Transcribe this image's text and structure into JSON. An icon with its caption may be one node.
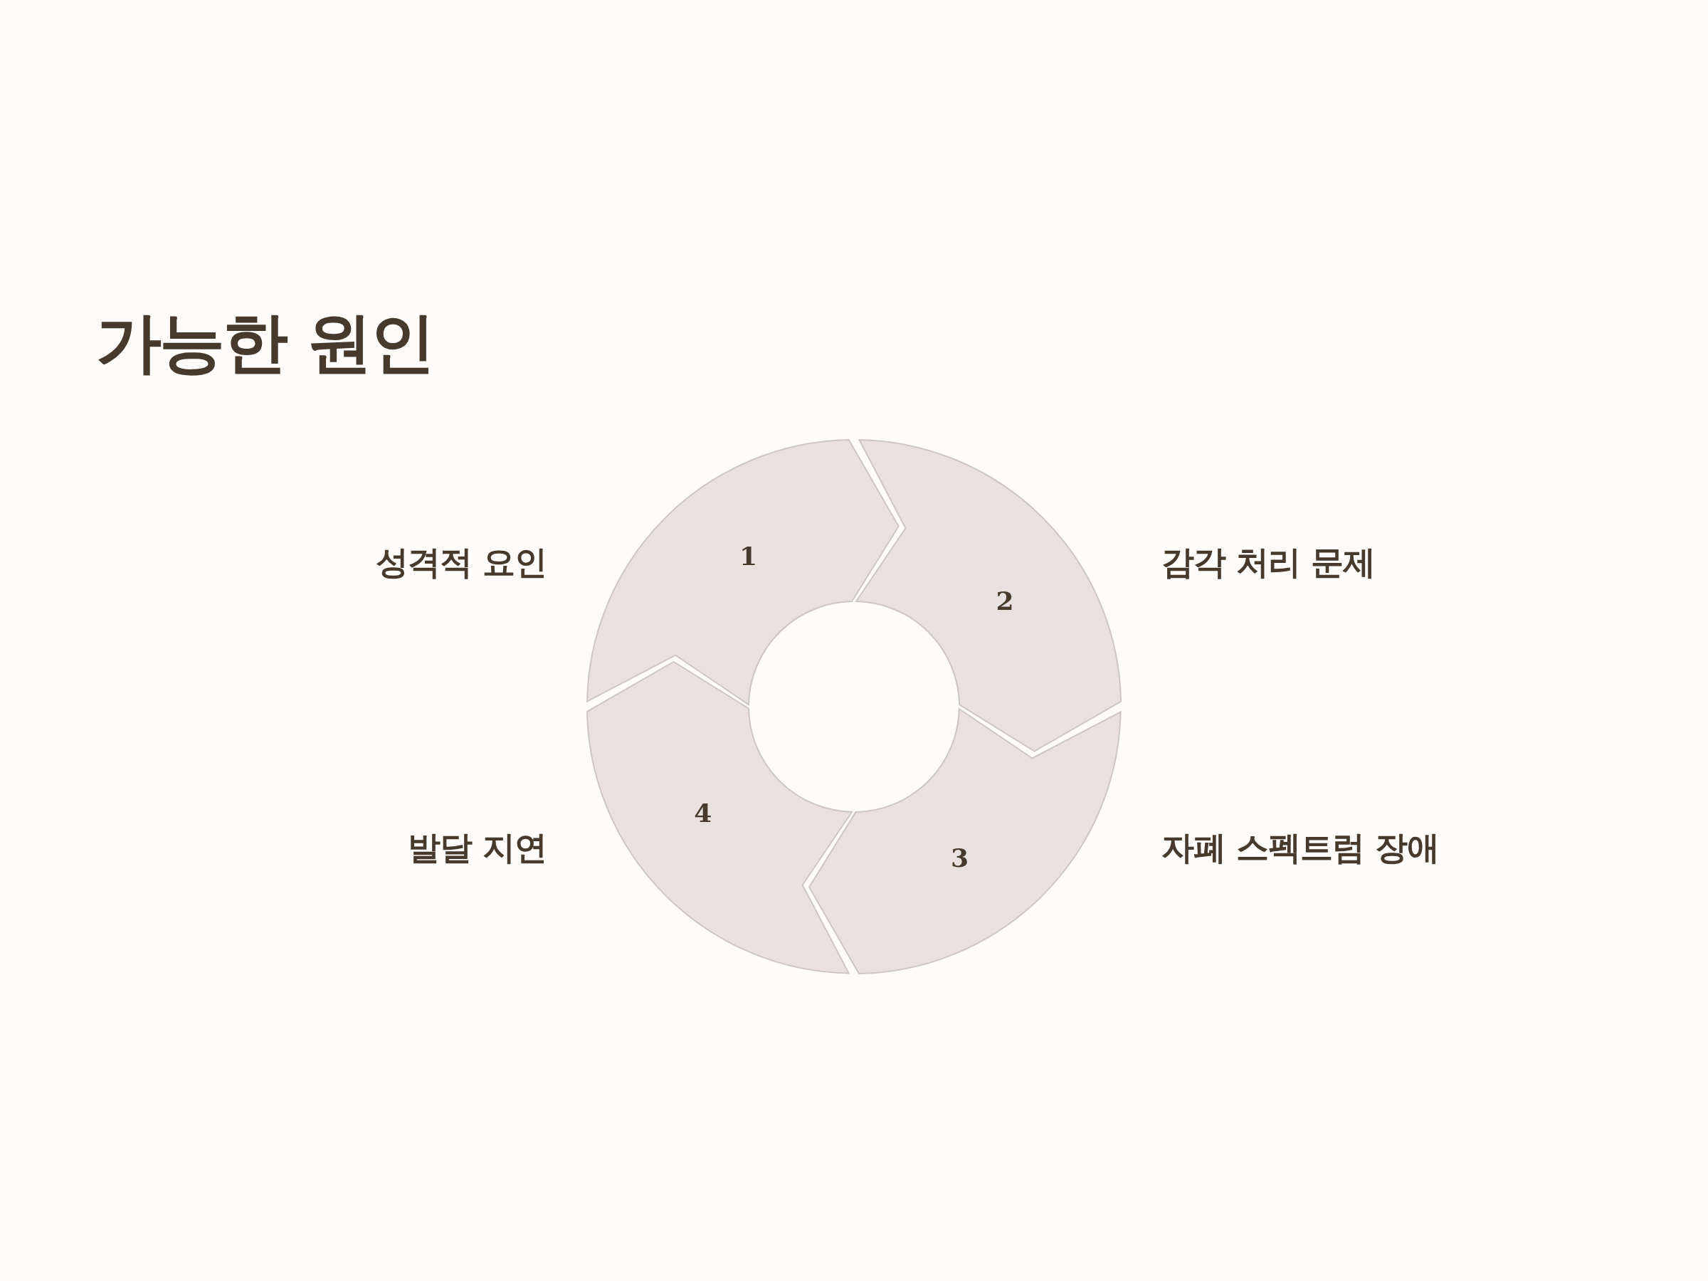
{
  "diagram": {
    "title": "가능한 원인",
    "nodes": [
      {
        "text": [
          "1"
        ],
        "beside": [
          "성격적 요인"
        ]
      },
      {
        "text": [
          "2"
        ],
        "beside": [
          "감각 처리 문제"
        ]
      },
      {
        "text": [
          "3"
        ],
        "beside": [
          "자폐 스펙트럼 장애"
        ]
      },
      {
        "text": [
          "4"
        ],
        "beside": [
          "발달 지연"
        ]
      }
    ]
  }
}
